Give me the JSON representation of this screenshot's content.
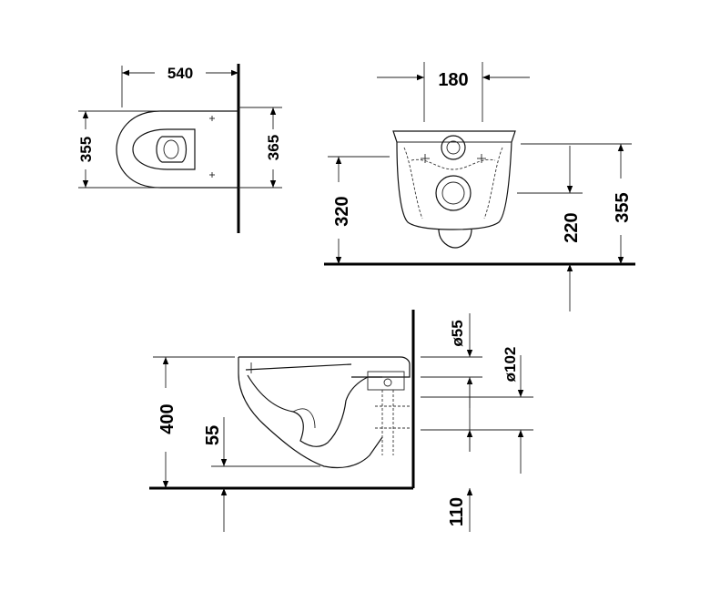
{
  "top_view": {
    "width_dim": "540",
    "depth_left_dim": "355",
    "depth_right_dim": "365"
  },
  "front_view": {
    "spacing_dim": "180",
    "rim_height_dim": "320",
    "outlet_height_dim": "220",
    "overall_height_dim": "355"
  },
  "side_view": {
    "height_dim": "400",
    "seat_offset_dim": "55",
    "flush_pipe_dim": "ø55",
    "waste_pipe_dim": "ø102",
    "floor_gap_dim": "110"
  }
}
